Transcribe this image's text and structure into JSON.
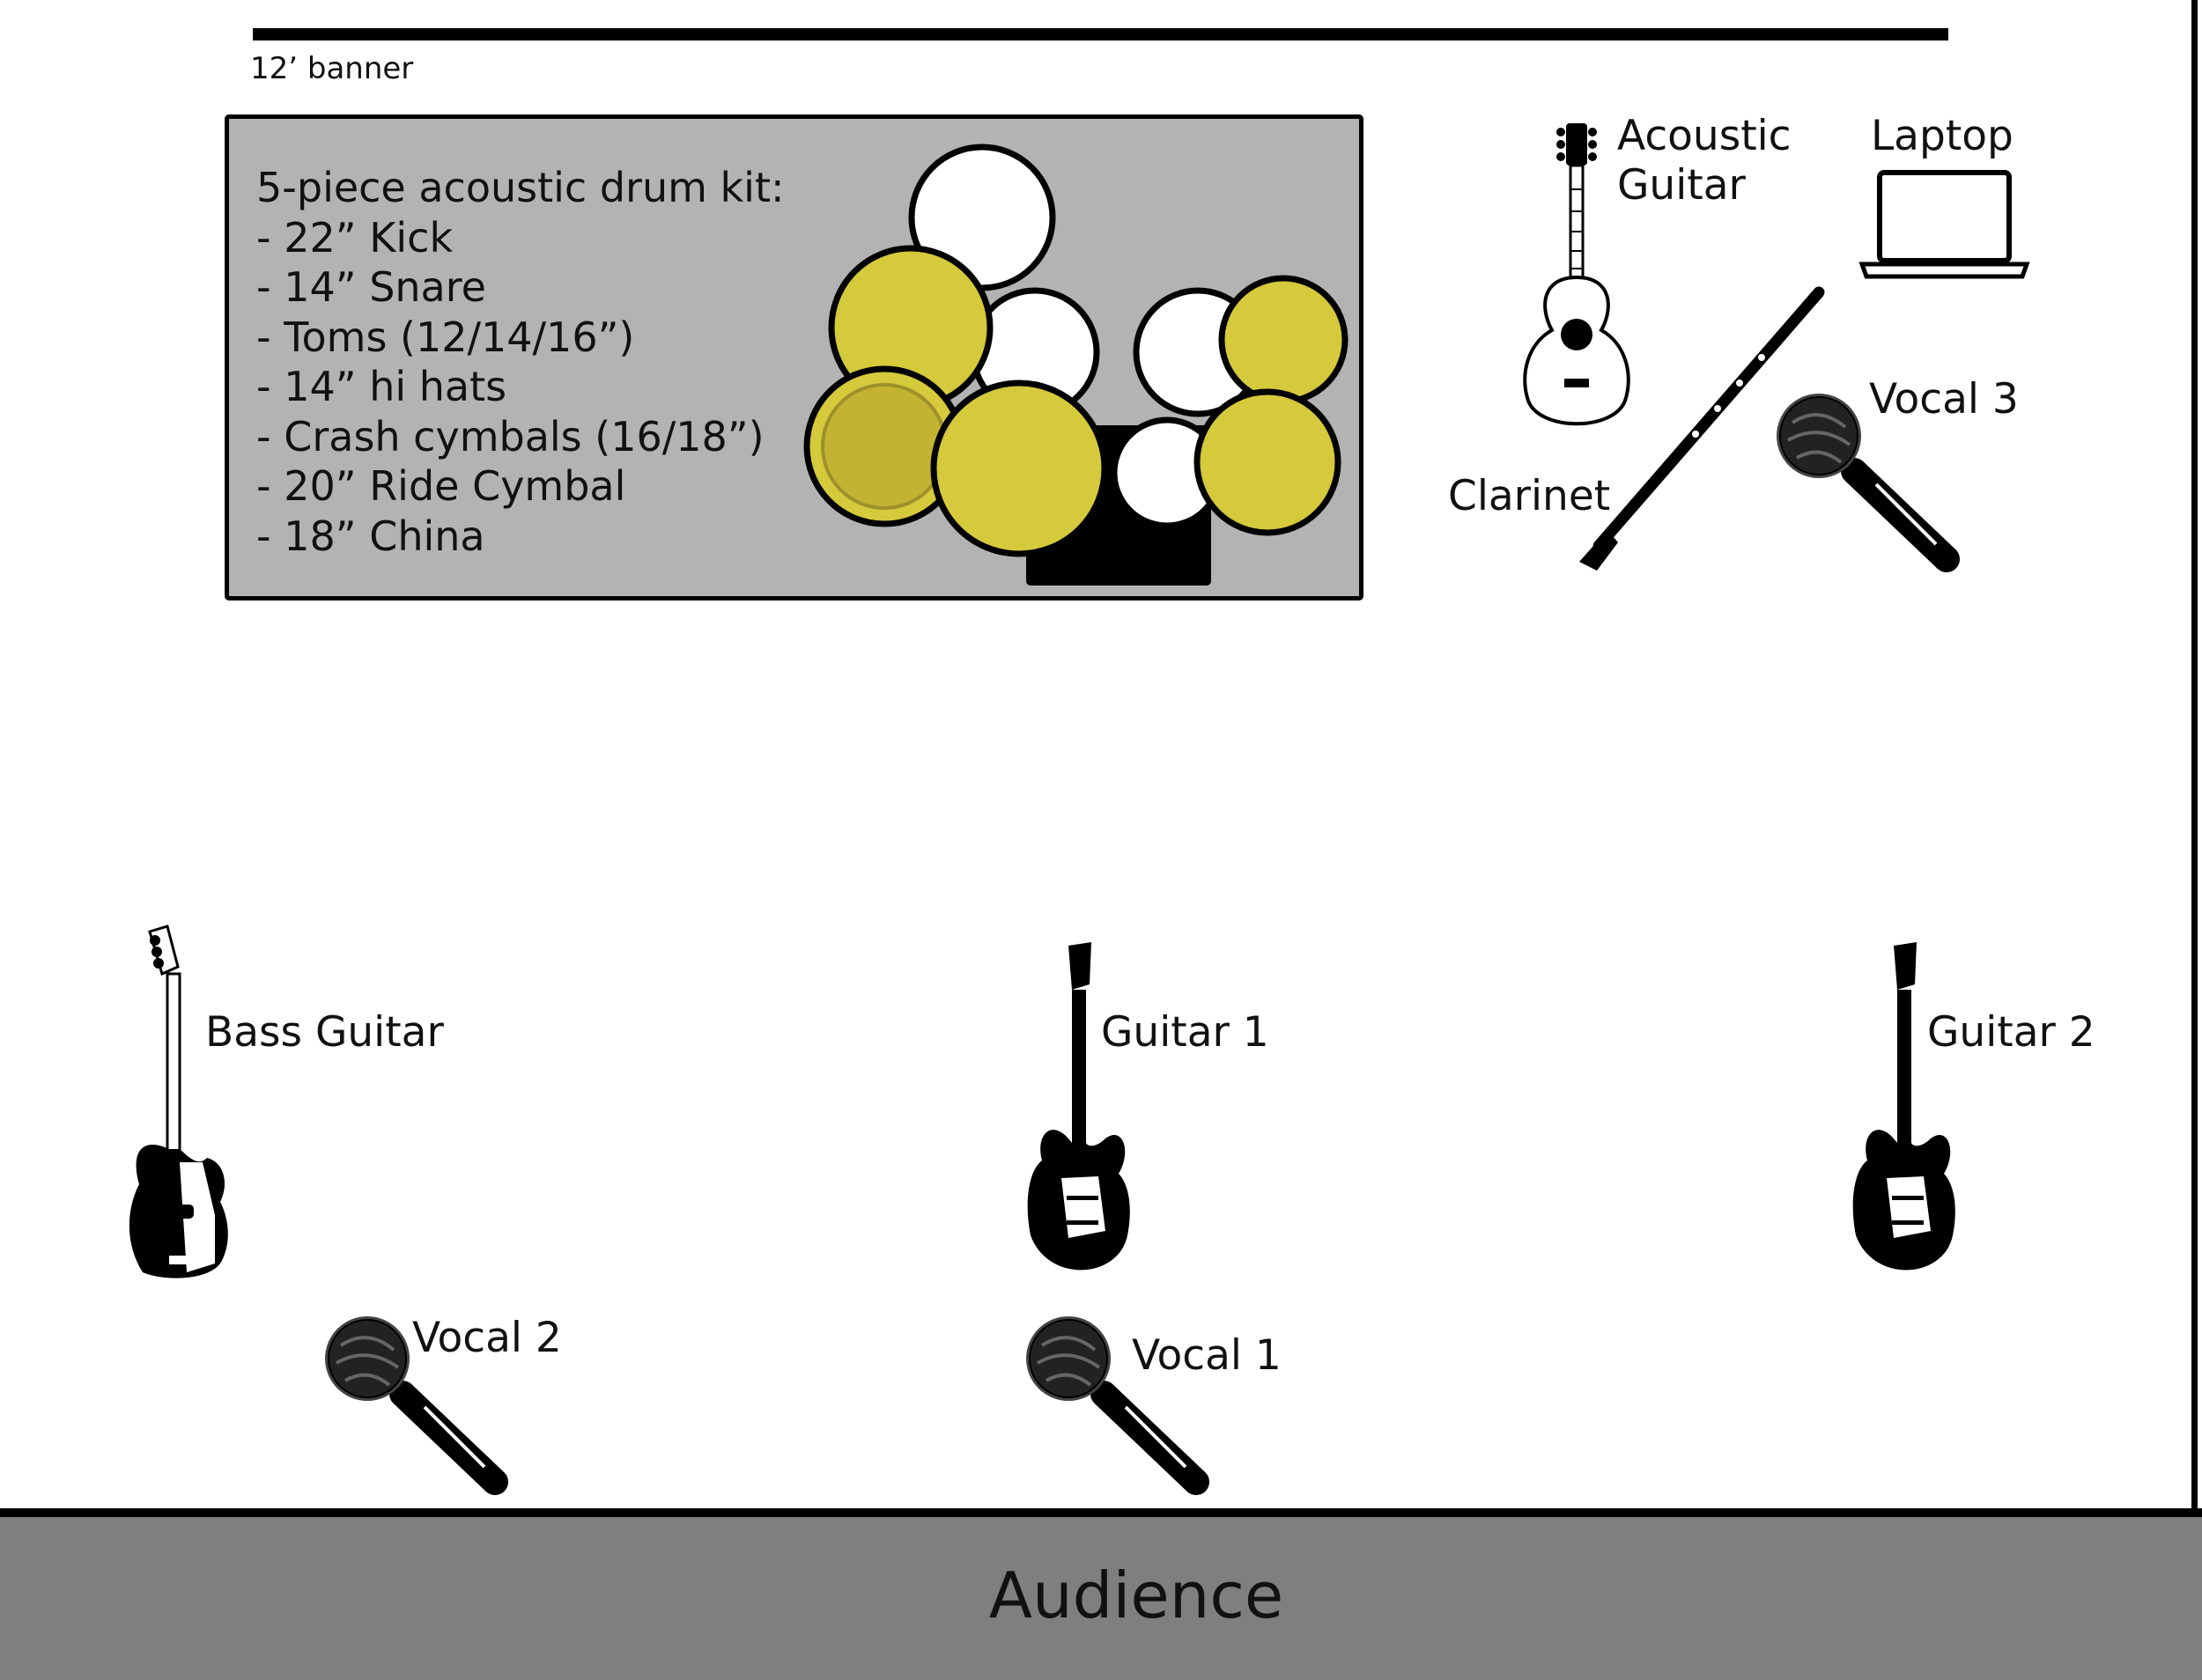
{
  "banner": {
    "label": "12’ banner"
  },
  "drum_kit": {
    "title": "5-piece acoustic drum kit:",
    "items": [
      "- 22” Kick",
      "- 14” Snare",
      "- Toms (12/14/16”)",
      "- 14” hi hats",
      "- Crash cymbals (16/18”)",
      "- 20” Ride Cymbal",
      "- 18” China"
    ]
  },
  "instruments": {
    "acoustic_guitar": [
      "Acoustic",
      "Guitar"
    ],
    "laptop": "Laptop",
    "clarinet": "Clarinet",
    "vocal_3": "Vocal 3",
    "bass_guitar": "Bass Guitar",
    "guitar_1": "Guitar 1",
    "guitar_2": "Guitar 2",
    "vocal_2": "Vocal 2",
    "vocal_1": "Vocal 1"
  },
  "audience": {
    "label": "Audience"
  },
  "colors": {
    "cymbal": "#d5c93c",
    "drum_box": "#b3b3b3",
    "audience_bar": "#7f7f7f"
  }
}
